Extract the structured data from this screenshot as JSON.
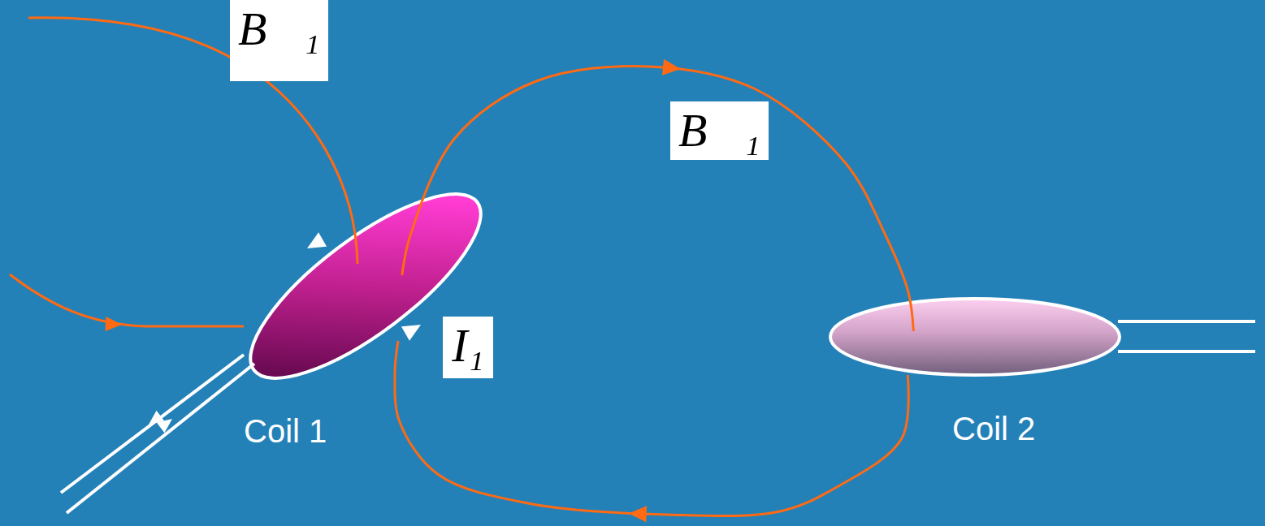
{
  "diagram": {
    "nodes": [
      {
        "text": [
          "Coil 1"
        ]
      },
      {
        "text": [
          "Coil 2"
        ]
      }
    ],
    "edges": [
      {
        "from": 0,
        "to": 1,
        "arrow": "to",
        "label": "B⃗₁"
      },
      {
        "from": 1,
        "to": 0,
        "arrow": "to"
      }
    ],
    "labels": [
      "B⃗₁",
      "I₁"
    ]
  }
}
